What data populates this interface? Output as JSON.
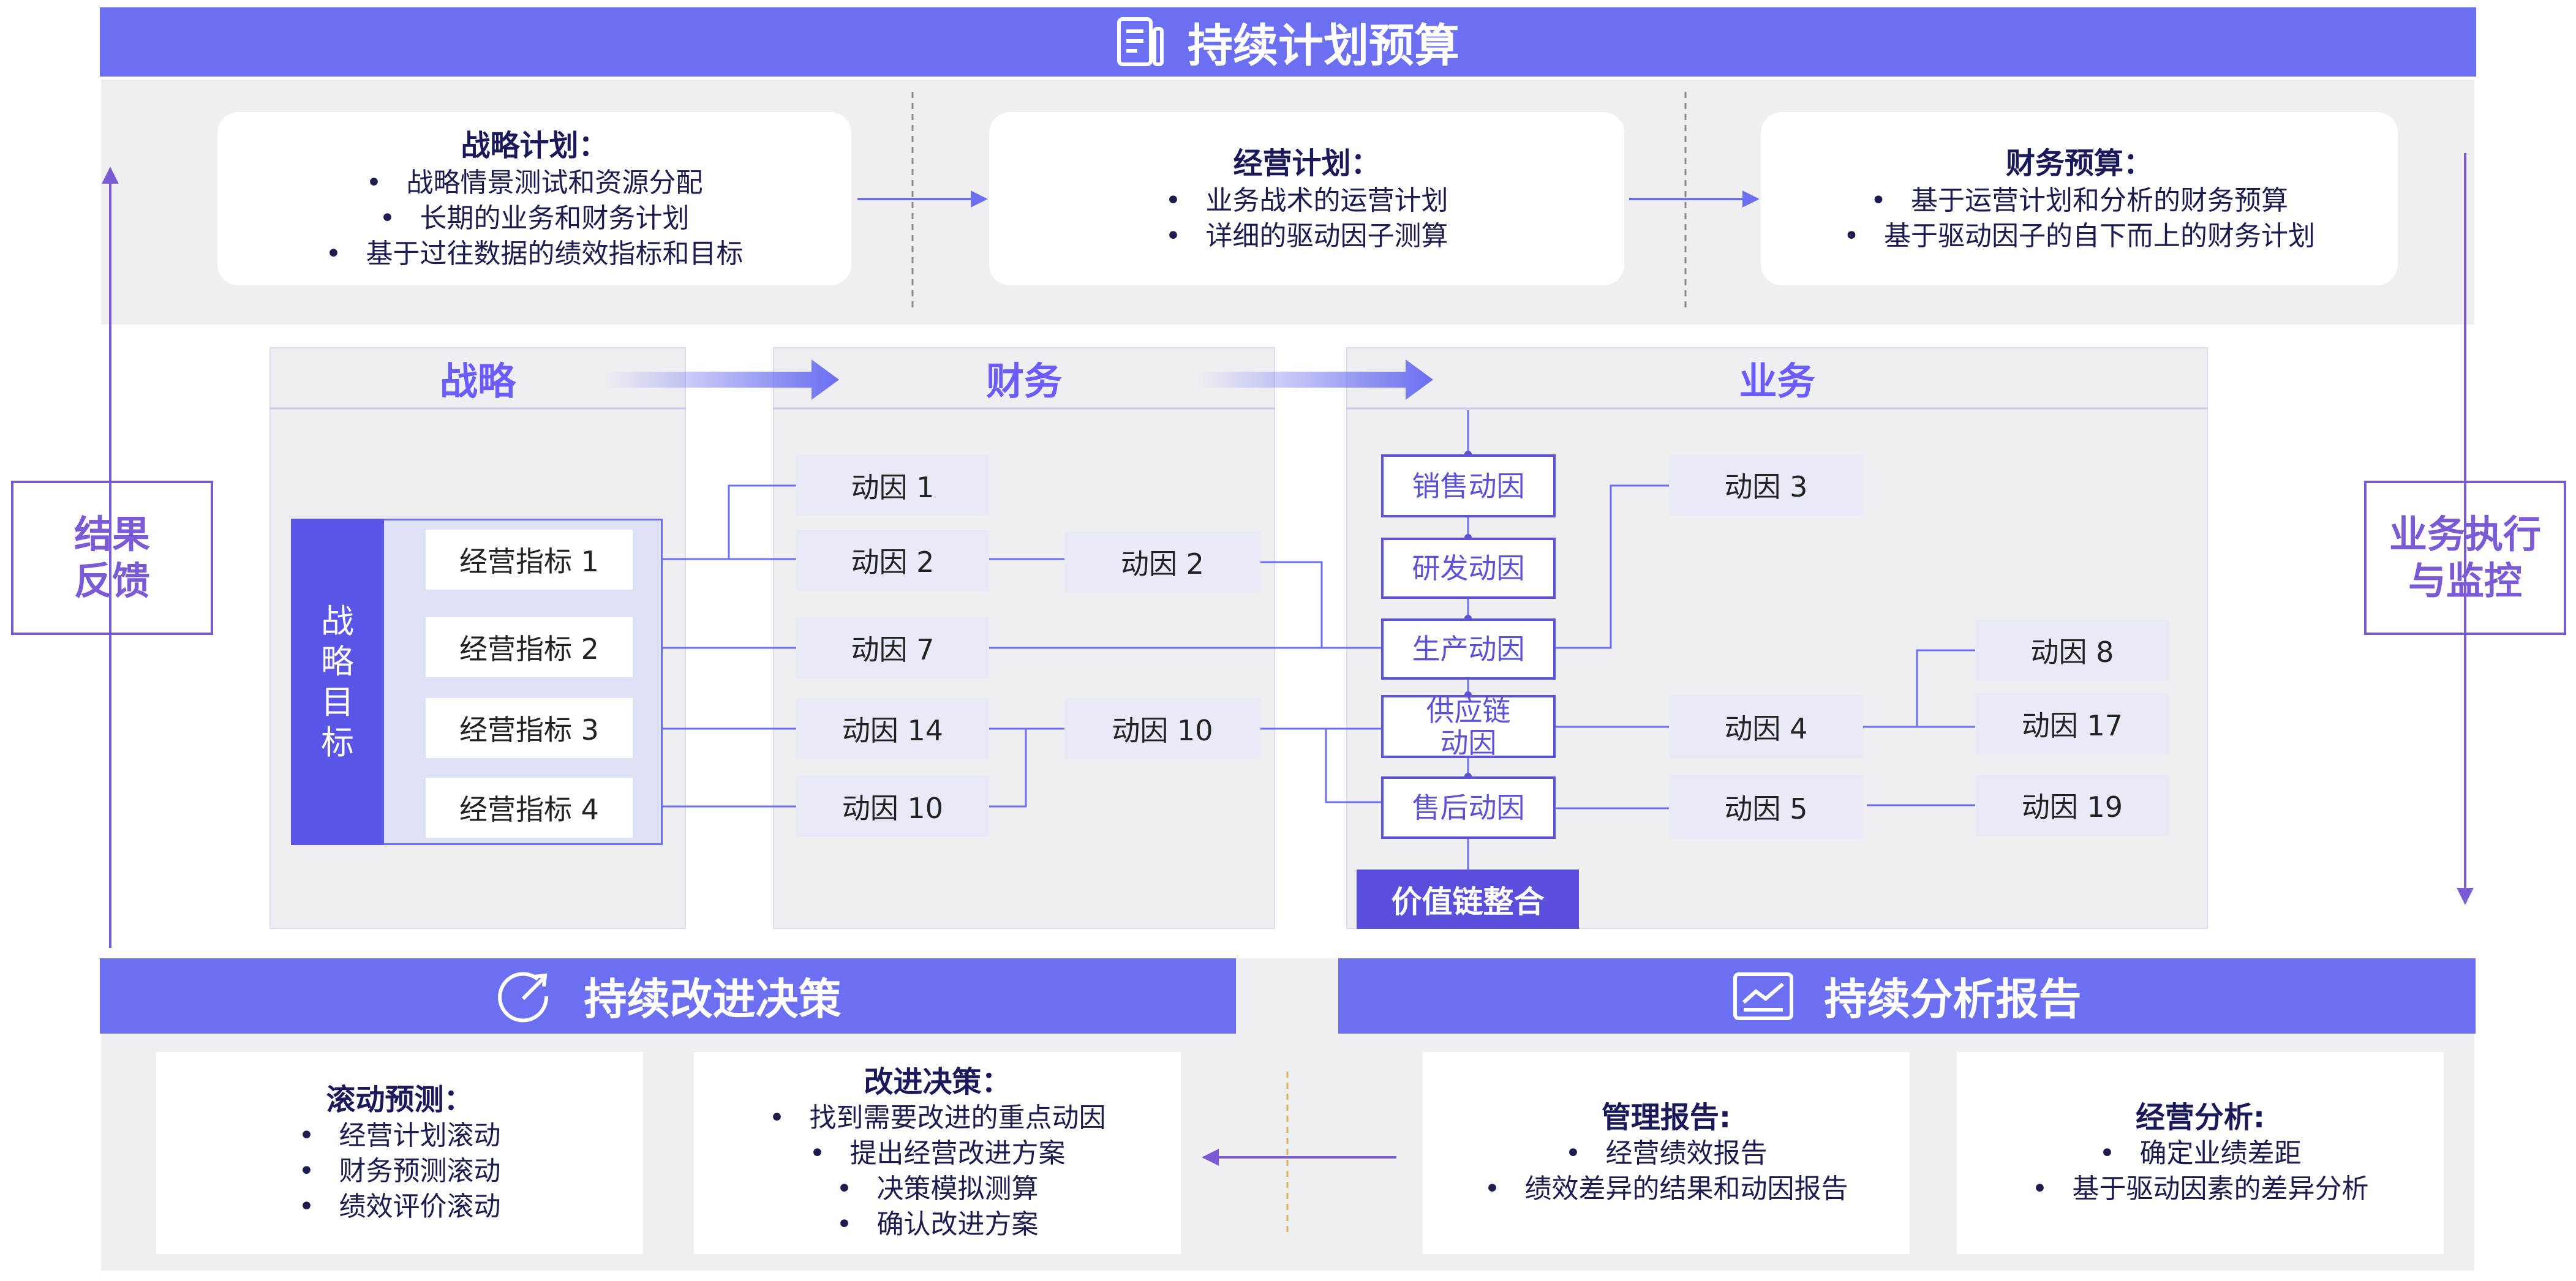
{
  "top_band": {
    "title": "持续计划预算",
    "icon": "report-document-icon"
  },
  "plans": [
    {
      "title": "战略计划：",
      "items": [
        "战略情景测试和资源分配",
        "长期的业务和财务计划",
        "基于过往数据的绩效指标和目标"
      ]
    },
    {
      "title": "经营计划：",
      "items": [
        "业务战术的运营计划",
        "详细的驱动因子测算"
      ]
    },
    {
      "title": "财务预算：",
      "items": [
        "基于运营计划和分析的财务预算",
        "基于驱动因子的自下而上的财务计划"
      ]
    }
  ],
  "side": {
    "left": [
      "结果",
      "反馈"
    ],
    "right": [
      "业务执行",
      "与监控"
    ]
  },
  "columns": {
    "strategy": "战略",
    "finance": "财务",
    "business": "业务"
  },
  "strategy_goal": [
    "战",
    "略",
    "目",
    "标"
  ],
  "metrics": [
    "经营指标 1",
    "经营指标 2",
    "经营指标 3",
    "经营指标 4"
  ],
  "finance_drivers": {
    "a": "动因 1",
    "b": "动因 2",
    "c": "动因 2",
    "d": "动因 7",
    "e": "动因 14",
    "f": "动因 10",
    "g": "动因 10"
  },
  "value_chain": {
    "sales": "销售动因",
    "rd": "研发动因",
    "production": "生产动因",
    "supply_1": "供应链",
    "supply_2": "动因",
    "after_sales": "售后动因",
    "integration": "价值链整合"
  },
  "business_drivers": {
    "d3": "动因 3",
    "d4": "动因 4",
    "d5": "动因 5",
    "d8": "动因 8",
    "d17": "动因 17",
    "d19": "动因 19"
  },
  "bottom_bands": {
    "left": {
      "title": "持续改进决策",
      "icon": "improvement-gauge-icon"
    },
    "right": {
      "title": "持续分析报告",
      "icon": "analysis-report-icon"
    }
  },
  "reports": [
    {
      "title": "滚动预测：",
      "items": [
        "经营计划滚动",
        "财务预测滚动",
        "绩效评价滚动"
      ]
    },
    {
      "title": "改进决策：",
      "items": [
        "找到需要改进的重点动因",
        "提出经营改进方案",
        "决策模拟测算",
        "确认改进方案"
      ]
    },
    {
      "title": "管理报告:",
      "items": [
        "经营绩效报告",
        "绩效差异的结果和动因报告"
      ]
    },
    {
      "title": "经营分析:",
      "items": [
        "确定业绩差距",
        "基于驱动因素的差异分析"
      ]
    }
  ],
  "colors": {
    "accent": "#6b6ff2",
    "dark_accent": "#5b52d6",
    "gray": "#efeff1"
  }
}
